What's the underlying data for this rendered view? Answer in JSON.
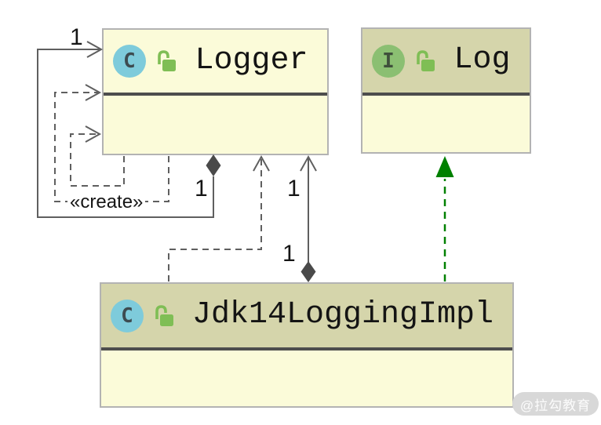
{
  "diagram": {
    "classes": [
      {
        "name": "Logger",
        "badge": "C",
        "kind": "class"
      },
      {
        "name": "Log",
        "badge": "I",
        "kind": "interface"
      },
      {
        "name": "Jdk14LoggingImpl",
        "badge": "C",
        "kind": "class"
      }
    ],
    "labels": {
      "one": "1",
      "create": "«create»"
    },
    "icons": {
      "class_badge": "circle-C-icon",
      "interface_badge": "circle-I-icon",
      "visibility": "unlocked-padlock-icon"
    },
    "colors": {
      "box_body": "#fbfbd9",
      "box_header_olive": "#d5d5ab",
      "box_border": "#b3b3b3",
      "divider": "#4d4d4d",
      "class_badge_bg": "#7ecbdb",
      "interface_badge_bg": "#8bbf72",
      "lock_green": "#7fbe55",
      "connector_gray": "#5f5f5f",
      "realization_green": "#008000",
      "watermark_bg": "#d8d8d8"
    },
    "watermark": "@拉勾教育"
  }
}
